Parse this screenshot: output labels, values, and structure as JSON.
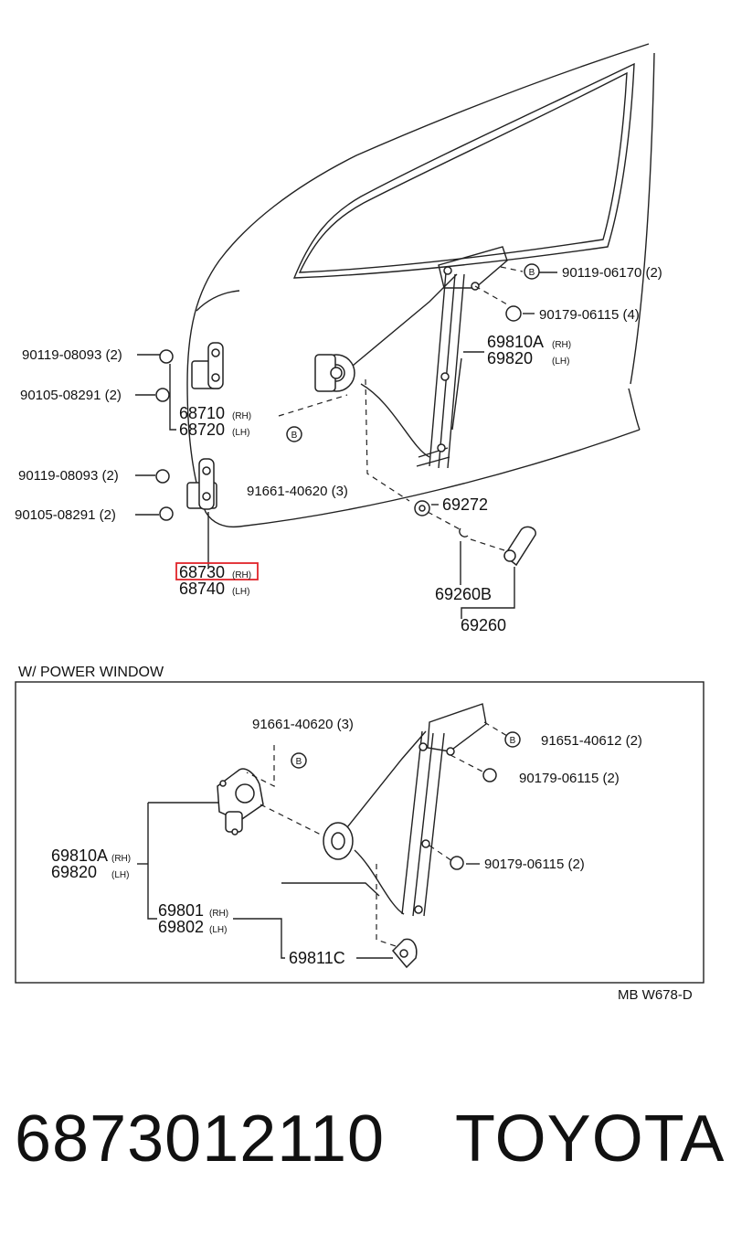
{
  "labels": {
    "bolt_90119_08093_a": "90119-08093 (2)",
    "bolt_90105_08291_a": "90105-08291 (2)",
    "hinge_upper_rh": "68710",
    "hinge_upper_rh_side": "(RH)",
    "hinge_upper_lh": "68720",
    "hinge_upper_lh_side": "(LH)",
    "bolt_90119_08093_b": "90119-08093 (2)",
    "bolt_90105_08291_b": "90105-08291 (2)",
    "hinge_lower_rh": "68730",
    "hinge_lower_rh_side": "(RH)",
    "hinge_lower_lh": "68740",
    "hinge_lower_lh_side": "(LH)",
    "bolt_90119_06170": "90119-06170 (2)",
    "nut_90179_06115_4": "90179-06115 (4)",
    "regulator_rh": "69810A",
    "regulator_rh_side": "(RH)",
    "regulator_lh": "69820",
    "regulator_lh_side": "(LH)",
    "b_marker": "B",
    "rivet_91661_40620_top": "91661-40620 (3)",
    "washer_69272": "69272",
    "handle_69260b": "69260B",
    "handle_69260": "69260",
    "section_title": "W/ POWER WINDOW",
    "rivet_91661_40620_pw": "91661-40620 (3)",
    "bolt_91651_40612": "91651-40612 (2)",
    "nut_90179_06115_a": "90179-06115 (2)",
    "nut_90179_06115_b": "90179-06115 (2)",
    "pw_regulator_rh": "69810A",
    "pw_regulator_rh_side": "(RH)",
    "pw_regulator_lh": "69820",
    "pw_regulator_lh_side": "(LH)",
    "motor_rh": "69801",
    "motor_rh_side": "(RH)",
    "motor_lh": "69802",
    "motor_lh_side": "(LH)",
    "gear_69811c": "69811C",
    "figure_code": "MB W678-D"
  },
  "footer": {
    "part_number": "6873012110",
    "brand": "TOYOTA"
  },
  "colors": {
    "highlight": "#e0242a",
    "ink": "#111111"
  }
}
